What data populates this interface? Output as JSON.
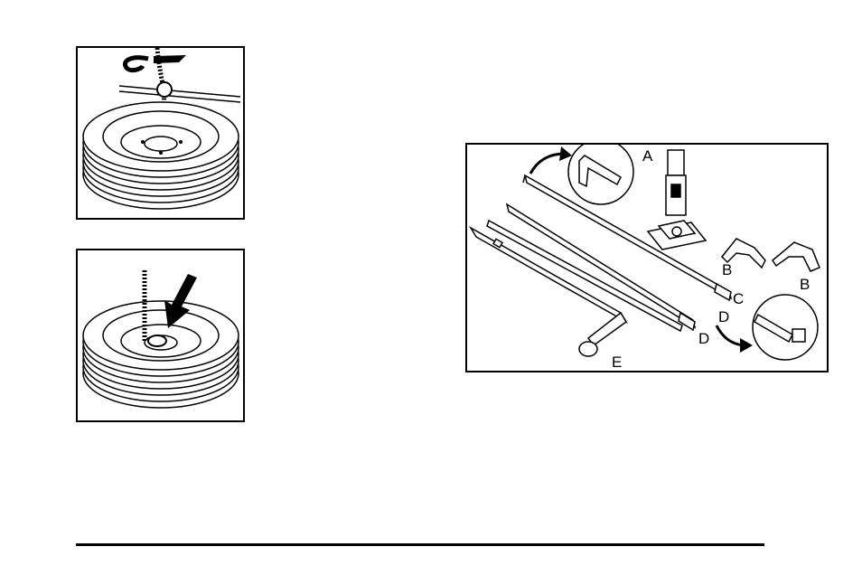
{
  "figures": [
    {
      "id": "spare-tire-winch-lower",
      "callouts": []
    },
    {
      "id": "spare-tire-retainer",
      "callouts": []
    },
    {
      "id": "jack-and-tools",
      "callouts": {
        "jack": "A",
        "wheel_block_1": "B",
        "wheel_block_2": "B",
        "extension": "C",
        "extension_tip": "D",
        "extension_2": "D",
        "wheel_wrench": "E"
      }
    }
  ],
  "colors": {
    "line": "#000000",
    "background": "#ffffff"
  }
}
